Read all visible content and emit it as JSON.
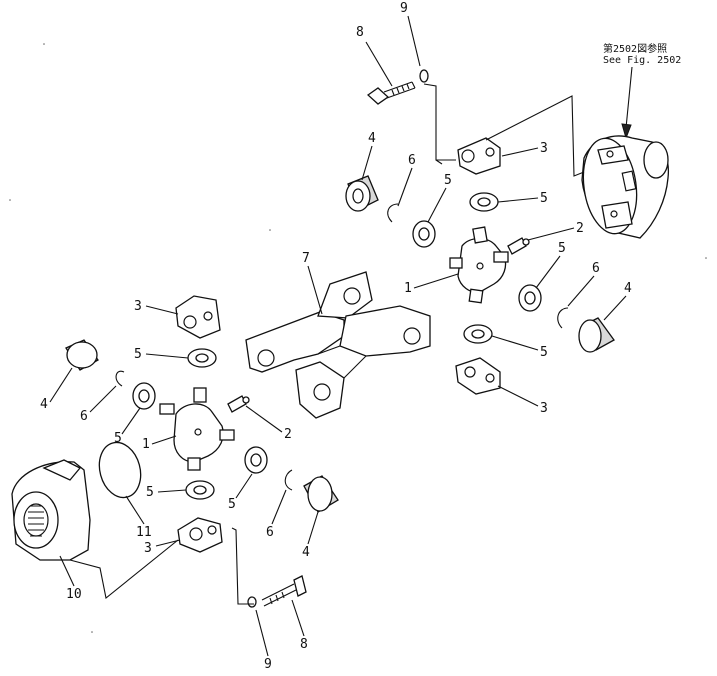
{
  "figure_reference": {
    "japanese": "第2502図参照",
    "english": "See Fig. 2502"
  },
  "callouts": {
    "c1a": "1",
    "c1b": "1",
    "c2a": "2",
    "c2b": "2",
    "c3a": "3",
    "c3b": "3",
    "c3c": "3",
    "c3d": "3",
    "c4a": "4",
    "c4b": "4",
    "c4c": "4",
    "c4d": "4",
    "c5a": "5",
    "c5b": "5",
    "c5c": "5",
    "c5d": "5",
    "c5e": "5",
    "c5f": "5",
    "c5g": "5",
    "c5h": "5",
    "c6a": "6",
    "c6b": "6",
    "c6c": "6",
    "c6d": "6",
    "c7": "7",
    "c8a": "8",
    "c8b": "8",
    "c9a": "9",
    "c9b": "9",
    "c10": "10",
    "c11": "11"
  }
}
